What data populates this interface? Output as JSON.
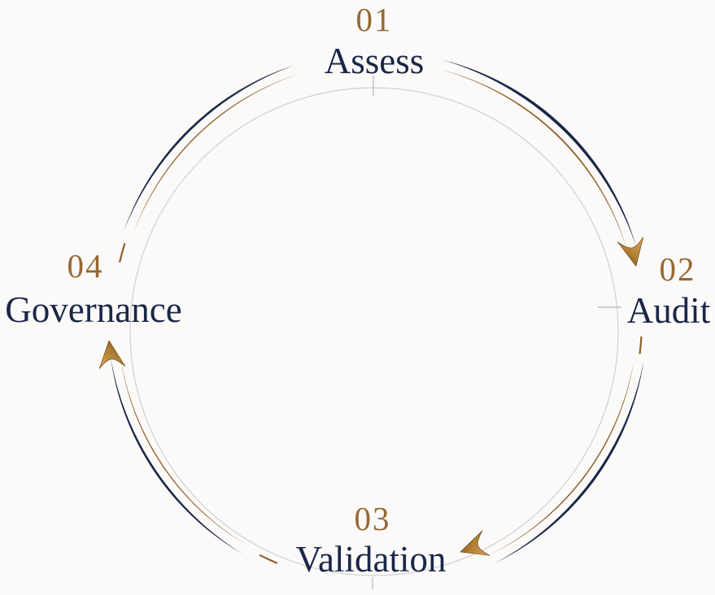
{
  "diagram": {
    "type": "cycle",
    "direction": "clockwise",
    "steps": [
      {
        "number": "01",
        "label": "Assess",
        "position": "top"
      },
      {
        "number": "02",
        "label": "Audit",
        "position": "right"
      },
      {
        "number": "03",
        "label": "Validation",
        "position": "bottom"
      },
      {
        "number": "04",
        "label": "Governance",
        "position": "left"
      }
    ],
    "connectors": [
      {
        "from": "Assess",
        "to": "Audit",
        "arrowhead": true
      },
      {
        "from": "Audit",
        "to": "Validation",
        "arrowhead": true
      },
      {
        "from": "Validation",
        "to": "Governance",
        "arrowhead": true
      },
      {
        "from": "Governance",
        "to": "Assess",
        "arrowhead": false
      }
    ],
    "colors": {
      "navy": "#1b2747",
      "gold_text": "#966833",
      "gold_arc": "#8d5f26",
      "arrow_gold_light": "#dcab5e",
      "arrow_gold_dark": "#6e4511",
      "circle_gray": "#c8c8c8",
      "background": "#fbfaf9"
    }
  }
}
